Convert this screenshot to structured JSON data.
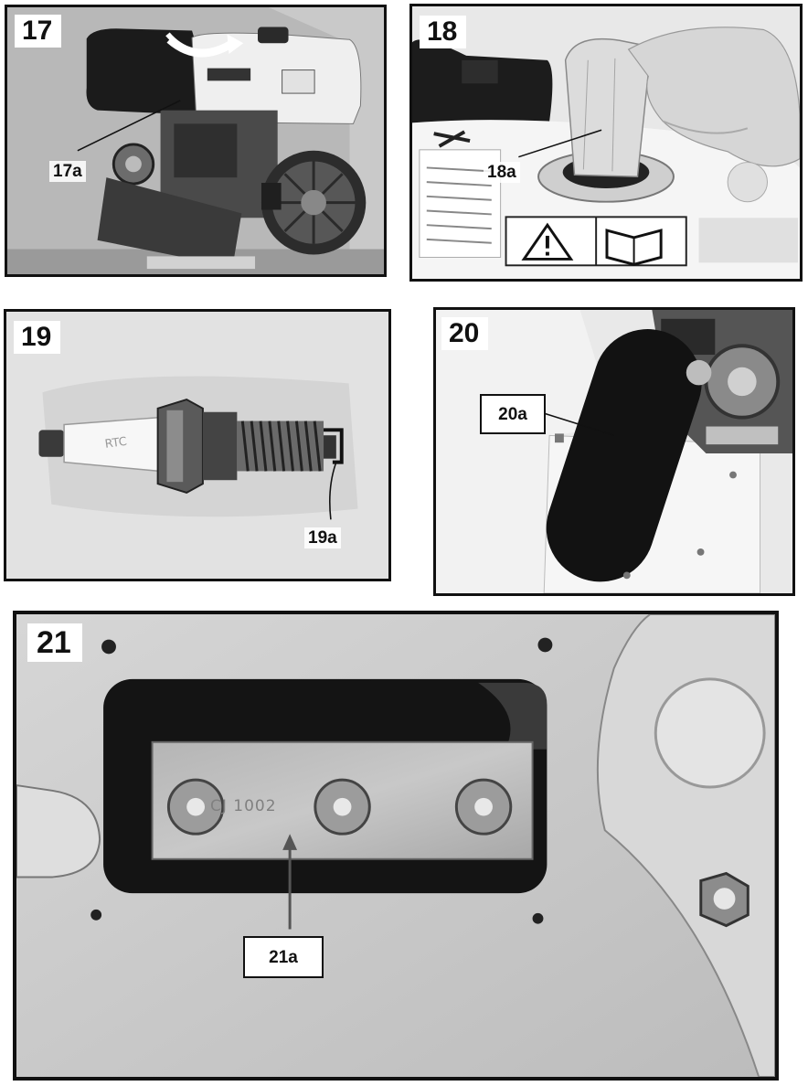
{
  "figures": [
    {
      "number": "17",
      "callout": "17a"
    },
    {
      "number": "18",
      "callout": "18a"
    },
    {
      "number": "19",
      "callout": "19a"
    },
    {
      "number": "20",
      "callout": "20a"
    },
    {
      "number": "21",
      "callout": "21a",
      "stamp": "CJ 1002"
    }
  ],
  "colors": {
    "frame": "#111111",
    "label_bg": "#ffffff"
  }
}
